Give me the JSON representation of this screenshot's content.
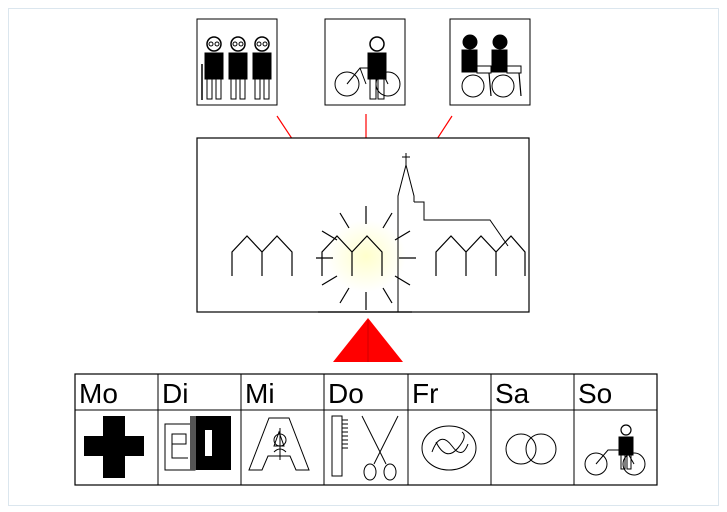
{
  "colors": {
    "arrow": "#ff0000",
    "triangle": "#ff0000",
    "glow": "#ffffcc",
    "ink": "#000000",
    "frame": "#dbe6ee"
  },
  "top_icons": [
    {
      "icon": "elderly-group-icon"
    },
    {
      "icon": "person-with-bicycle-icon"
    },
    {
      "icon": "wheelchair-users-icon"
    }
  ],
  "center_panel": {
    "highlight": "glowing-house-icon",
    "left_houses": 2,
    "right_houses": 3,
    "church": "church-icon"
  },
  "week_table": {
    "days": [
      {
        "label": "Mo",
        "icon": "cross-icon"
      },
      {
        "label": "Di",
        "icon": "ec-card-icon"
      },
      {
        "label": "Mi",
        "icon": "pharmacy-icon"
      },
      {
        "label": "Do",
        "icon": "comb-scissors-icon"
      },
      {
        "label": "Fr",
        "icon": "pretzel-icon"
      },
      {
        "label": "Sa",
        "icon": "wedding-rings-icon"
      },
      {
        "label": "So",
        "icon": "person-with-bicycle-icon"
      }
    ]
  }
}
